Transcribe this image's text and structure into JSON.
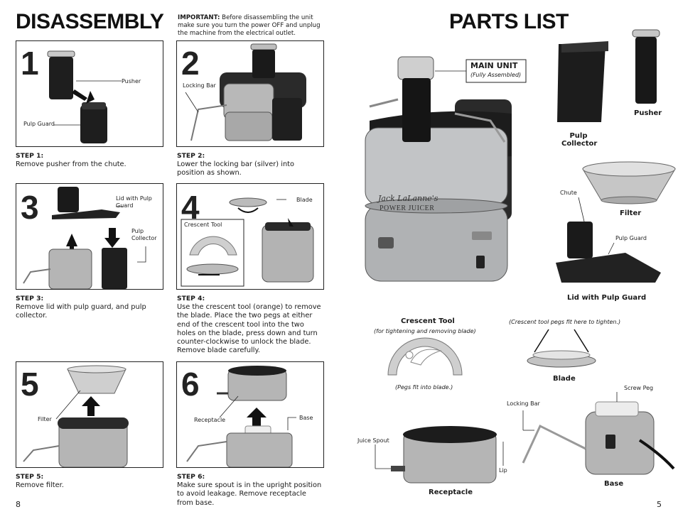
{
  "left": {
    "title": "DISASSEMBLY",
    "important_label": "IMPORTANT:",
    "important_text": " Before disassembling the unit make sure you turn the power OFF and unplug the machine from the electrical outlet.",
    "steps": [
      {
        "number": "1",
        "title": "STEP 1:",
        "body": "Remove pusher from the chute.",
        "labels": [
          "Pusher",
          "Pulp Guard"
        ]
      },
      {
        "number": "2",
        "title": "STEP 2:",
        "body": "Lower the locking bar (silver) into position as shown.",
        "labels": [
          "Locking Bar"
        ]
      },
      {
        "number": "3",
        "title": "STEP 3:",
        "body": "Remove lid with pulp guard, and pulp collector.",
        "labels": [
          "Lid with Pulp Guard",
          "Pulp Collector"
        ]
      },
      {
        "number": "4",
        "title": "STEP 4:",
        "body": "Use the crescent tool (orange) to remove the blade. Place the two pegs at either end of the crescent tool into the two holes on the blade, press down and turn counter-clockwise to unlock the blade. Remove blade carefully.",
        "labels": [
          "Blade",
          "Crescent Tool"
        ]
      },
      {
        "number": "5",
        "title": "STEP 5:",
        "body": "Remove filter.",
        "labels": [
          "Filter"
        ]
      },
      {
        "number": "6",
        "title": "STEP 6:",
        "body": "Make sure spout is in the upright position to avoid leakage. Remove receptacle from base.",
        "labels": [
          "Receptacle",
          "Base"
        ]
      }
    ],
    "page_number": "8"
  },
  "right": {
    "title": "PARTS LIST",
    "main_unit": "MAIN UNIT",
    "main_unit_sub": "(Fully Assembled)",
    "brand_script": "Jack LaLanne's",
    "brand_name": "POWER JUICER",
    "parts": {
      "pusher": "Pusher",
      "pulp_collector": "Pulp Collector",
      "chute": "Chute",
      "filter": "Filter",
      "pulp_guard": "Pulp Guard",
      "lid": "Lid with Pulp Guard",
      "crescent_tool": "Crescent Tool",
      "crescent_sub": "(for tightening and removing blade)",
      "pegs_note": "(Pegs fit into blade.)",
      "blade_note": "(Crescent tool pegs fit here to tighten.)",
      "blade": "Blade",
      "screw_peg": "Screw Peg",
      "locking_bar": "Locking Bar",
      "juice_spout": "Juice Spout",
      "lip": "Lip",
      "receptacle": "Receptacle",
      "base": "Base"
    },
    "page_number": "5"
  },
  "colors": {
    "ink": "#1a1a1a",
    "steel": "#b9bcbf",
    "dark": "#222222",
    "orange_tool": "#d9d9d9"
  }
}
